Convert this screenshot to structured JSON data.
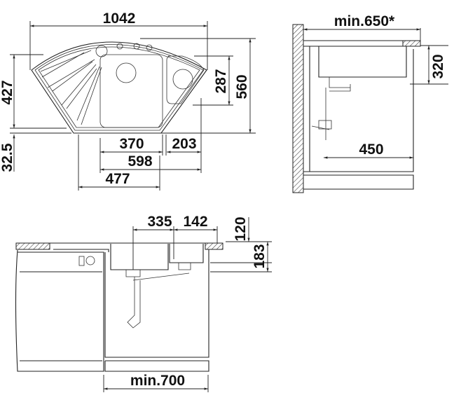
{
  "title": "Corner sink installation dimensions",
  "top_view": {
    "overall_width": "1042",
    "left_depth": "427",
    "front_offset": "32.5",
    "right_bowl_depth": "287",
    "overall_depth": "560",
    "main_bowl_width": "370",
    "right_bowl_width": "203",
    "bowls_combined": "598",
    "left_edge_to_bowl": "477"
  },
  "side_view": {
    "min_cabinet_depth": "min.650*",
    "bowl_depth_from_top": "320",
    "drain_distance": "450"
  },
  "front_view": {
    "main_bowl_offset": "335",
    "right_bowl_offset": "142",
    "right_bowl_depth": "120",
    "main_bowl_depth": "183",
    "min_cabinet_width": "min.700"
  }
}
